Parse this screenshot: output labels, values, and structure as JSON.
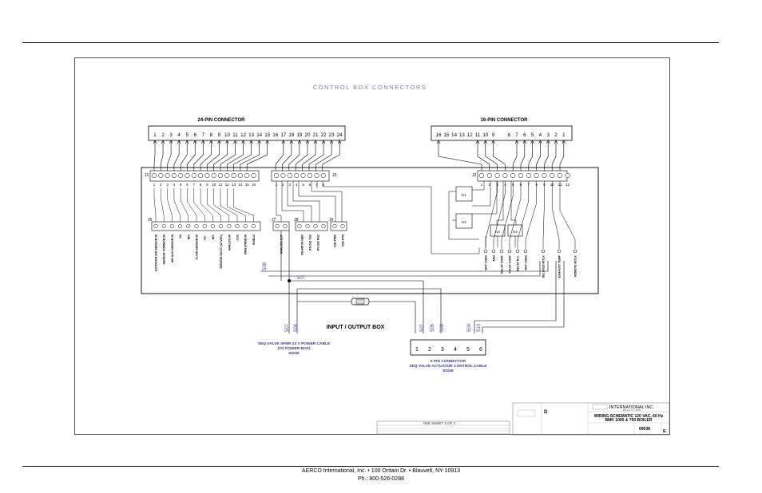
{
  "page": {
    "header_rule": true
  },
  "drawing": {
    "title": "CONTROL  BOX  CONNECTORS",
    "connector_24_label": "24-PIN CONNECTOR",
    "connector_16_label": "16-PIN CONNECTOR",
    "connector_24_pins": [
      "1",
      "2",
      "3",
      "4",
      "5",
      "6",
      "7",
      "8",
      "9",
      "10",
      "11",
      "12",
      "13",
      "14",
      "15",
      "16",
      "17",
      "18",
      "19",
      "20",
      "21",
      "22",
      "23",
      "24"
    ],
    "connector_16_pins": [
      "16",
      "15",
      "14",
      "13",
      "12",
      "11",
      "10",
      "9",
      "",
      "8",
      "7",
      "6",
      "5",
      "4",
      "3",
      "2",
      "1"
    ],
    "j_labels": {
      "j1": "J1",
      "j3": "J3",
      "j2": "J2",
      "j6": "J6",
      "j7": "J7",
      "j8": "J8",
      "j9": "J9"
    },
    "j1_pins": [
      "1",
      "2",
      "3",
      "4",
      "5",
      "6",
      "7",
      "8",
      "9",
      "10",
      "11",
      "12",
      "13",
      "14",
      "15",
      "16"
    ],
    "j3_pins": [
      "1",
      "2",
      "3",
      "4",
      "5",
      "6",
      "7",
      "8"
    ],
    "j2_pins": [
      "1",
      "2",
      "3",
      "4",
      "5",
      "6",
      "7",
      "8",
      "9",
      "10",
      "11",
      "12"
    ],
    "j6_signals": [
      "OUTDOOR AIR SENSOR IN",
      "SENSOR COMMON IN",
      "AIR AUX SENSOR IN",
      "O2",
      "N/C",
      "FLOW SENSOR IN",
      "O2 -",
      "N/C",
      "SENSOR EXCIT (12 VDC)",
      "ANALOG IN",
      "CO2",
      "BMS (PWM) IN",
      "SHIELD"
    ],
    "j7_signals": [
      "ANALOG OUT"
    ],
    "j8_signals": [
      "RS-485 IN GND",
      "RS-232 TxD",
      "RS-232 RxD"
    ],
    "j9_signals": [
      "IGN PWR",
      "IGN RTN"
    ],
    "j2_signals": [
      "NOT USED",
      "ADD",
      "RELAY CONT",
      "FAULT CONT",
      "RELAY N.C.",
      "NOT USED",
      "DELAYED INTLK",
      "EXHAUST TEMP",
      "REMOTE INTLK"
    ],
    "relay_labels": [
      "K1",
      "K2",
      "K3",
      "K4"
    ],
    "io_box_label": "INPUT / OUTPUT BOX",
    "wire_numbers": [
      "508",
      "507",
      "507",
      "506",
      "507",
      "506",
      "508",
      "509",
      "510"
    ],
    "six_pin_pins": [
      "1",
      "2",
      "3",
      "4",
      "5",
      "6"
    ],
    "cable_left_label": [
      "SEQ VALVE XFMR 24 V POWER CABLE",
      "(TO POWER BOX)",
      "63156"
    ],
    "cable_right_label": [
      "6 PIN CONNECTOR",
      "SEQ VALVE ACTUATOR CONTROL CABLE",
      "63155"
    ],
    "sheet_label": "SEE SHEET 1 OF 2"
  },
  "title_block": {
    "company": "INTERNATIONAL INC.",
    "company_sub": "Blauvelt, N.Y. 10913",
    "title_line1": "WIRING SCHEMATIC  120 VAC, 60 Hz",
    "title_line2": "BMK 1000 & 750 BOILER",
    "size": "D",
    "dwg_no": "69038",
    "rev": "E"
  },
  "footer": {
    "line1": "AERCO International, Inc. • 100 Oritani Dr. •  Blauvelt, NY 10913",
    "line2": "Ph.: 800-526-0288"
  }
}
